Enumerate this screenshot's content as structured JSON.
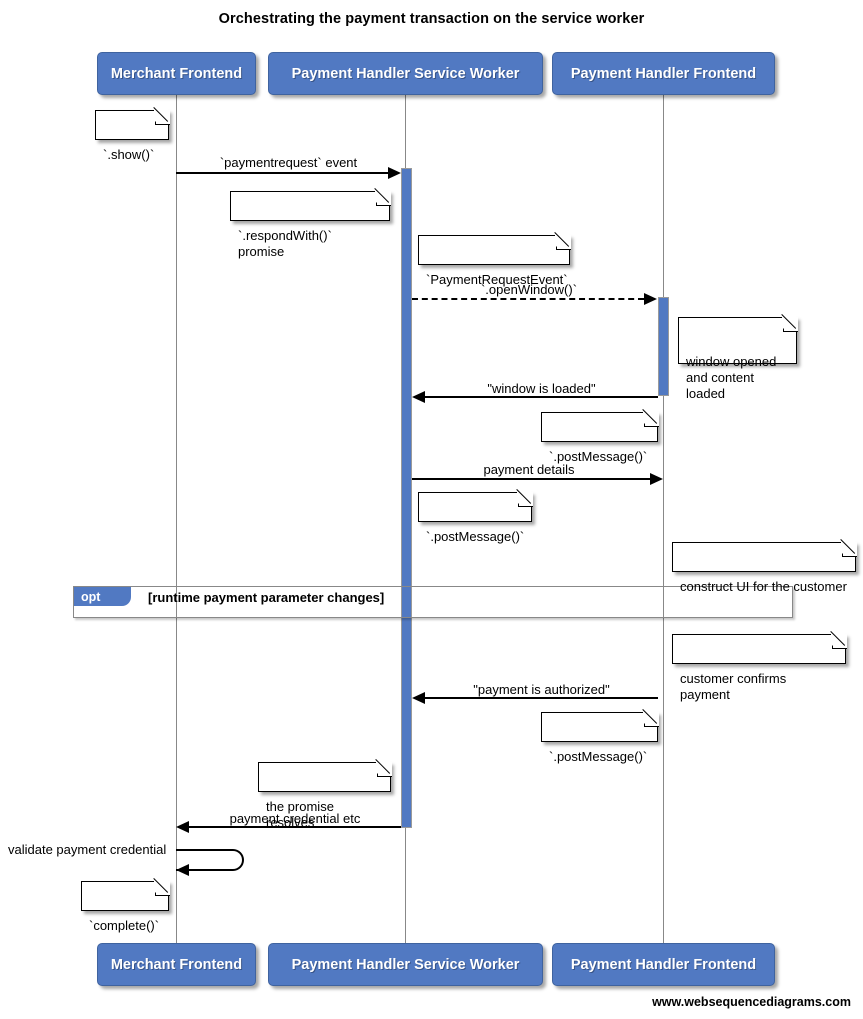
{
  "diagram": {
    "title": "Orchestrating the payment transaction on the service worker",
    "footer_credit": "www.websequencediagrams.com",
    "colors": {
      "participant_fill": "#5179c2",
      "participant_text": "#ffffff",
      "activation_fill": "#5179c2",
      "lifeline": "#888888",
      "arrow": "#000000",
      "note_fill": "#ffffff",
      "fragment_border": "#888888"
    }
  },
  "participants": [
    {
      "id": "merchant",
      "label": "Merchant Frontend"
    },
    {
      "id": "sw",
      "label": "Payment Handler Service Worker"
    },
    {
      "id": "phf",
      "label": "Payment Handler Frontend"
    }
  ],
  "participants_bottom": [
    {
      "id": "merchant",
      "label": "Merchant Frontend"
    },
    {
      "id": "sw",
      "label": "Payment Handler Service Worker"
    },
    {
      "id": "phf",
      "label": "Payment Handler Frontend"
    }
  ],
  "messages": [
    {
      "id": "m1",
      "label": "`paymentrequest` event",
      "style": "solid",
      "direction": "right"
    },
    {
      "id": "m2",
      "label": "`.openWindow()`",
      "style": "dashed",
      "direction": "right"
    },
    {
      "id": "m3",
      "label": "\"window is loaded\"",
      "style": "solid",
      "direction": "left"
    },
    {
      "id": "m4",
      "label": "payment details",
      "style": "solid",
      "direction": "right"
    },
    {
      "id": "m5",
      "label": "\"payment is authorized\"",
      "style": "solid",
      "direction": "left"
    },
    {
      "id": "m6",
      "label": "payment credential etc",
      "style": "solid",
      "direction": "left"
    },
    {
      "id": "m7",
      "label": "validate payment credential",
      "style": "solid",
      "direction": "self"
    }
  ],
  "notes": [
    {
      "id": "n1",
      "text": "`.show()`"
    },
    {
      "id": "n2",
      "text": "`.respondWith()` promise"
    },
    {
      "id": "n3",
      "text": "`PaymentRequestEvent`"
    },
    {
      "id": "n4",
      "text": "window opened\nand content loaded"
    },
    {
      "id": "n5",
      "text": "`.postMessage()`"
    },
    {
      "id": "n6",
      "text": "`.postMessage()`"
    },
    {
      "id": "n7",
      "text": "construct UI for the customer"
    },
    {
      "id": "n8",
      "text": "customer confirms payment"
    },
    {
      "id": "n9",
      "text": "`.postMessage()`"
    },
    {
      "id": "n10",
      "text": "the promise resolves"
    },
    {
      "id": "n11",
      "text": "`complete()`"
    }
  ],
  "fragments": [
    {
      "id": "opt1",
      "kind": "opt",
      "condition": "[runtime payment parameter changes]"
    }
  ]
}
